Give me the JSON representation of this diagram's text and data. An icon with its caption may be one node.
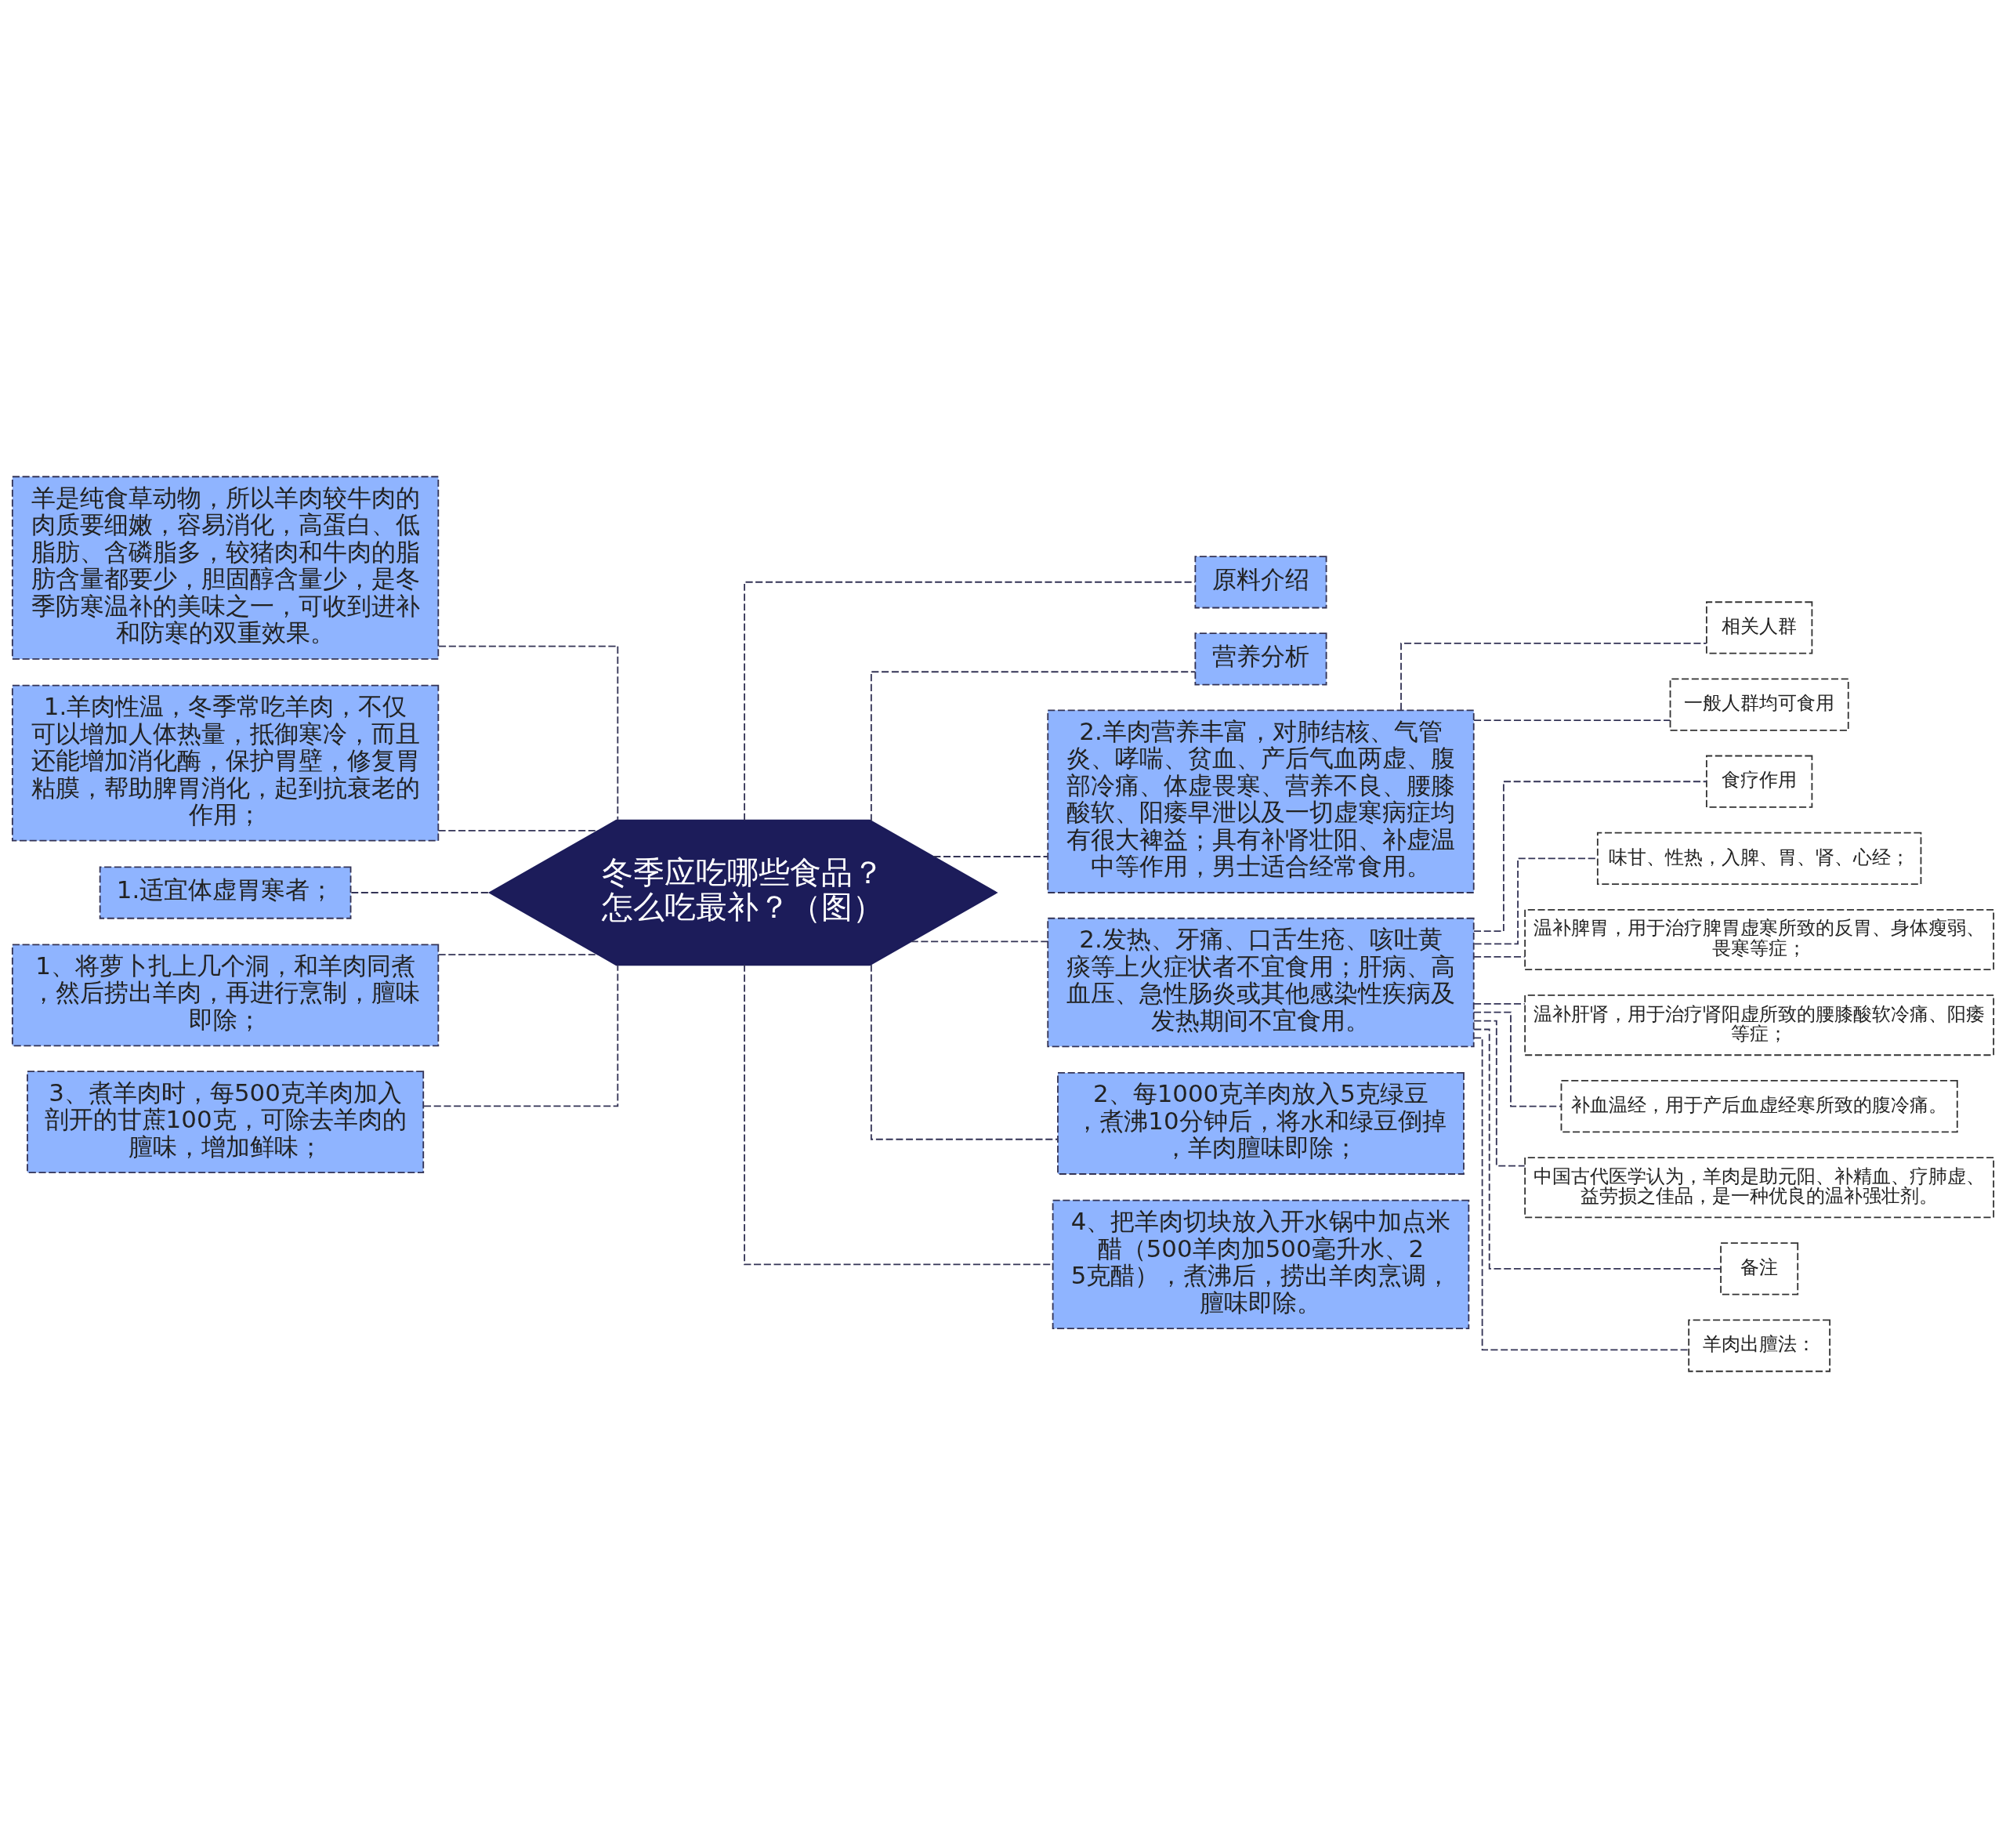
{
  "diagram": {
    "nodes": [
      {
        "text": [
          "冬季应吃哪些食品？怎么吃最补？（图）"
        ]
      },
      {
        "text": [
          "羊是纯食草动物，所以羊肉较牛肉的肉质要细嫩，容易消化，高蛋白、低脂肪、含磷脂多，较猪肉和牛肉的脂肪含量都要少，胆固醇含量少，是冬季防寒温补的美味之一，可收到进补和防寒的双重效果。"
        ]
      },
      {
        "text": [
          "1.羊肉性温，冬季常吃羊肉，不仅可以增加人体热量，抵御寒冷，而且还能增加消化酶，保护胃壁，修复胃粘膜，帮助脾胃消化，起到抗衰老的作用；"
        ]
      },
      {
        "text": [
          "1.适宜体虚胃寒者；"
        ]
      },
      {
        "text": [
          "1、将萝卜扎上几个洞，和羊肉同煮，然后捞出羊肉，再进行烹制，膻味即除；"
        ]
      },
      {
        "text": [
          "3、煮羊肉时，每500克羊肉加入剖开的甘蔗100克，可除去羊肉的膻味，增加鲜味；"
        ]
      },
      {
        "text": [
          "原料介绍"
        ]
      },
      {
        "text": [
          "营养分析"
        ]
      },
      {
        "text": [
          "2.羊肉营养丰富，对肺结核、气管炎、哮喘、贫血、产后气血两虚、腹部冷痛、体虚畏寒、营养不良、腰膝酸软、阳痿早泄以及一切虚寒病症均有很大裨益；具有补肾壮阳、补虚温中等作用，男士适合经常食用。"
        ]
      },
      {
        "text": [
          "相关人群"
        ]
      },
      {
        "text": [
          "一般人群均可食用"
        ]
      },
      {
        "text": [
          "2.发热、牙痛、口舌生疮、咳吐黄痰等上火症状者不宜食用；肝病、高血压、急性肠炎或其他感染性疾病及发热期间不宜食用。"
        ]
      },
      {
        "text": [
          "食疗作用"
        ]
      },
      {
        "text": [
          "味甘、性热，入脾、胃、肾、心经；"
        ]
      },
      {
        "text": [
          "温补脾胃，用于治疗脾胃虚寒所致的反胃、身体瘦弱、畏寒等症；"
        ]
      },
      {
        "text": [
          "温补肝肾，用于治疗肾阳虚所致的腰膝酸软冷痛、阳痿等症；"
        ]
      },
      {
        "text": [
          "补血温经，用于产后血虚经寒所致的腹冷痛。"
        ]
      },
      {
        "text": [
          "中国古代医学认为，羊肉是助元阳、补精血、疗肺虚、益劳损之佳品，是一种优良的温补强壮剂。"
        ]
      },
      {
        "text": [
          "备注"
        ]
      },
      {
        "text": [
          "羊肉出膻法："
        ]
      },
      {
        "text": [
          "2、每1000克羊肉放入5克绿豆，煮沸10分钟后，将水和绿豆倒掉，羊肉膻味即除；"
        ]
      },
      {
        "text": [
          "4、把羊肉切块放入开水锅中加点米醋（500羊肉加500毫升水、25克醋），煮沸后，捞出羊肉烹调，膻味即除。"
        ]
      }
    ],
    "edges": [
      {
        "from": 0,
        "to": 1,
        "arrow": "none",
        "style": "dashed"
      },
      {
        "from": 0,
        "to": 2,
        "arrow": "none",
        "style": "dashed"
      },
      {
        "from": 0,
        "to": 3,
        "arrow": "none",
        "style": "dashed"
      },
      {
        "from": 0,
        "to": 4,
        "arrow": "none",
        "style": "dashed"
      },
      {
        "from": 0,
        "to": 5,
        "arrow": "none",
        "style": "dashed"
      },
      {
        "from": 0,
        "to": 6,
        "arrow": "none",
        "style": "dashed"
      },
      {
        "from": 0,
        "to": 7,
        "arrow": "none",
        "style": "dashed"
      },
      {
        "from": 0,
        "to": 8,
        "arrow": "none",
        "style": "dashed"
      },
      {
        "from": 8,
        "to": 9,
        "arrow": "none",
        "style": "dashed"
      },
      {
        "from": 8,
        "to": 10,
        "arrow": "none",
        "style": "dashed"
      },
      {
        "from": 0,
        "to": 11,
        "arrow": "none",
        "style": "dashed"
      },
      {
        "from": 11,
        "to": 12,
        "arrow": "none",
        "style": "dashed"
      },
      {
        "from": 11,
        "to": 13,
        "arrow": "none",
        "style": "dashed"
      },
      {
        "from": 11,
        "to": 14,
        "arrow": "none",
        "style": "dashed"
      },
      {
        "from": 11,
        "to": 15,
        "arrow": "none",
        "style": "dashed"
      },
      {
        "from": 11,
        "to": 16,
        "arrow": "none",
        "style": "dashed"
      },
      {
        "from": 11,
        "to": 17,
        "arrow": "none",
        "style": "dashed"
      },
      {
        "from": 11,
        "to": 18,
        "arrow": "none",
        "style": "dashed"
      },
      {
        "from": 11,
        "to": 19,
        "arrow": "none",
        "style": "dashed"
      },
      {
        "from": 0,
        "to": 20,
        "arrow": "none",
        "style": "dashed"
      },
      {
        "from": 0,
        "to": 21,
        "arrow": "none",
        "style": "dashed"
      }
    ]
  }
}
